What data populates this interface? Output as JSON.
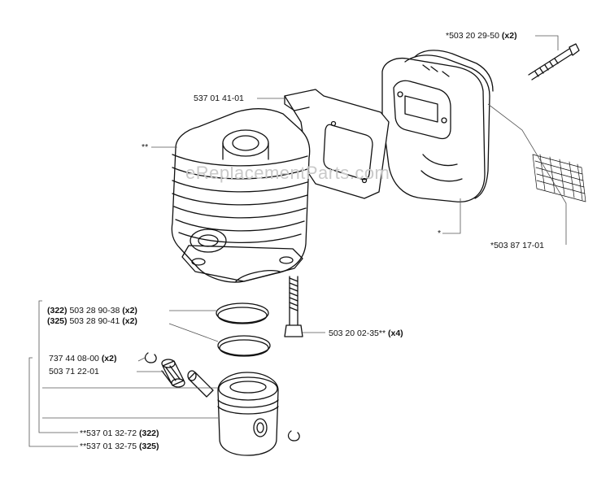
{
  "watermark": "eReplacementParts.com",
  "callouts": {
    "bolt_top": {
      "part": "*503 20 29-50",
      "qty": "(x2)"
    },
    "gasket": {
      "part": "537 01 41-01"
    },
    "cylinder": {
      "part": "**"
    },
    "muffler": {
      "part": "*"
    },
    "screen": {
      "part": "*503 87 17-01"
    },
    "ring_322": {
      "model": "(322)",
      "part": "503 28 90-38",
      "qty": "(x2)"
    },
    "ring_325": {
      "model": "(325)",
      "part": "503 28 90-41",
      "qty": "(x2)"
    },
    "base_screw": {
      "part": "503 20 02-35**",
      "qty": "(x4)"
    },
    "circlip": {
      "part": "737 44 08-00",
      "qty": "(x2)"
    },
    "bearing": {
      "part": "503 71 22-01"
    },
    "piston_322": {
      "part": "**537 01 32-72",
      "model": "(322)"
    },
    "piston_325": {
      "part": "**537 01 32-75",
      "model": "(325)"
    }
  },
  "colors": {
    "line": "#111111",
    "watermark": "#c9c9c9"
  }
}
